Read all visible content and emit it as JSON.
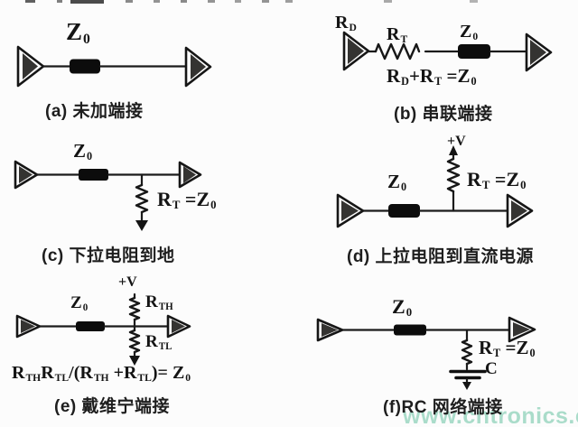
{
  "page": {
    "background": "#fcfcfc",
    "ink_color": "#1b1b1b"
  },
  "watermark": {
    "text": "www.cntronics.com",
    "color": "#8bd1b7"
  },
  "figures": {
    "a": {
      "caption": "(a) 未加端接",
      "z0": {
        "t": "Z",
        "s": "0"
      }
    },
    "b": {
      "caption": "(b) 串联端接",
      "rd": {
        "t": "R",
        "s": "D"
      },
      "rt": {
        "t": "R",
        "s": "T"
      },
      "z0": {
        "t": "Z",
        "s": "0"
      },
      "formula": [
        {
          "t": "R",
          "s": "D"
        },
        {
          "t": "+R",
          "s": "T"
        },
        {
          "t": " =Z",
          "s": "0"
        }
      ]
    },
    "c": {
      "caption": "(c) 下拉电阻到地",
      "z0": {
        "t": "Z",
        "s": "0"
      },
      "rt_eq": [
        {
          "t": "R",
          "s": "T"
        },
        {
          "t": " =Z",
          "s": "0"
        }
      ]
    },
    "d": {
      "caption": "(d) 上拉电阻到直流电源",
      "vplus": "+V",
      "z0": {
        "t": "Z",
        "s": "0"
      },
      "rt_eq": [
        {
          "t": "R",
          "s": "T"
        },
        {
          "t": " =Z",
          "s": "0"
        }
      ]
    },
    "e": {
      "caption": "(e) 戴维宁端接",
      "vplus": "+V",
      "z0": {
        "t": "Z",
        "s": "0"
      },
      "rth": {
        "t": "R",
        "s": "TH"
      },
      "rtl": {
        "t": "R",
        "s": "TL"
      },
      "formula": [
        {
          "t": "R",
          "s": "TH"
        },
        {
          "t": "R",
          "s": "TL"
        },
        {
          "t": "/(R",
          "s": "TH"
        },
        {
          "t": " +R",
          "s": "TL"
        },
        {
          "t": ")= Z",
          "s": "0"
        }
      ]
    },
    "f": {
      "caption": "(f)RC 网络端接",
      "z0": {
        "t": "Z",
        "s": "0"
      },
      "rt_eq": [
        {
          "t": "R",
          "s": "T"
        },
        {
          "t": " =Z",
          "s": "0"
        }
      ],
      "cap": "C"
    }
  }
}
